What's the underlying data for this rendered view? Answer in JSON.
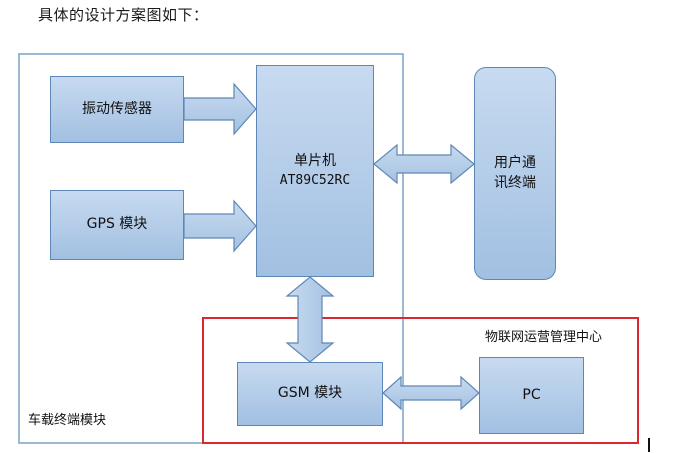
{
  "intro_text": "具体的设计方案图如下：",
  "outer_module": {
    "label": "车载终端模块"
  },
  "iot_center": {
    "label": "物联网运营管理中心"
  },
  "blocks": {
    "vibration_sensor": "振动传感器",
    "gps_module": "GPS 模块",
    "mcu": {
      "line1": "单片机",
      "line2": "AT89C52RC"
    },
    "user_terminal": {
      "line1": "用户通",
      "line2": "讯终端"
    },
    "gsm_module": "GSM 模块",
    "pc": "PC"
  },
  "colors": {
    "block_fill": "#b4cde9",
    "block_border": "#5d87b5",
    "arrow_fill": "#b4cde9",
    "frame": "#7aa0c6",
    "highlight": "#d9282f"
  }
}
